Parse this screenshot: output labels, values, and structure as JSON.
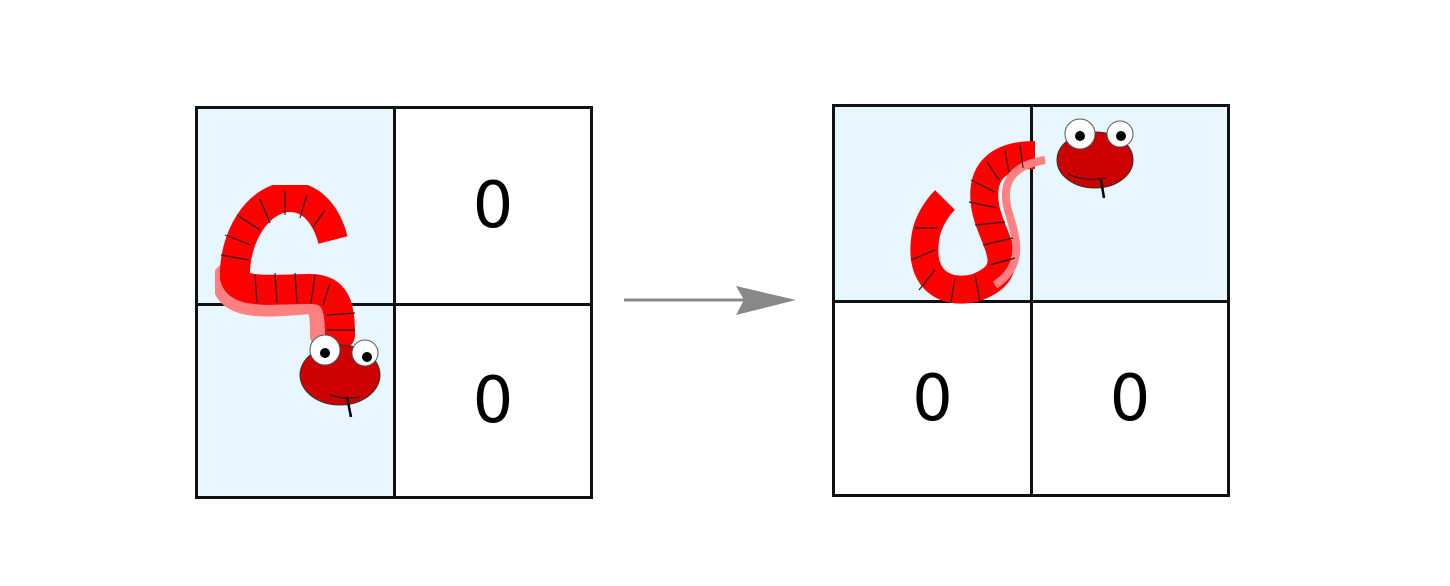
{
  "diagram": {
    "left_grid": {
      "cells": [
        {
          "row": 0,
          "col": 0,
          "value": "",
          "highlighted": true
        },
        {
          "row": 0,
          "col": 1,
          "value": "0",
          "highlighted": false
        },
        {
          "row": 1,
          "col": 0,
          "value": "",
          "highlighted": true
        },
        {
          "row": 1,
          "col": 1,
          "value": "0",
          "highlighted": false
        }
      ],
      "snake_orientation": "vertical"
    },
    "arrow": {
      "direction": "right",
      "color": "#888888"
    },
    "right_grid": {
      "cells": [
        {
          "row": 0,
          "col": 0,
          "value": "",
          "highlighted": true
        },
        {
          "row": 0,
          "col": 1,
          "value": "",
          "highlighted": true
        },
        {
          "row": 1,
          "col": 0,
          "value": "0",
          "highlighted": false
        },
        {
          "row": 1,
          "col": 1,
          "value": "0",
          "highlighted": false
        }
      ],
      "snake_orientation": "horizontal"
    },
    "colors": {
      "highlight": "#e8f7ff",
      "border": "#111111",
      "snake_body": "#ff0000",
      "snake_head": "#cc0000",
      "snake_belly": "#ff8080"
    }
  }
}
